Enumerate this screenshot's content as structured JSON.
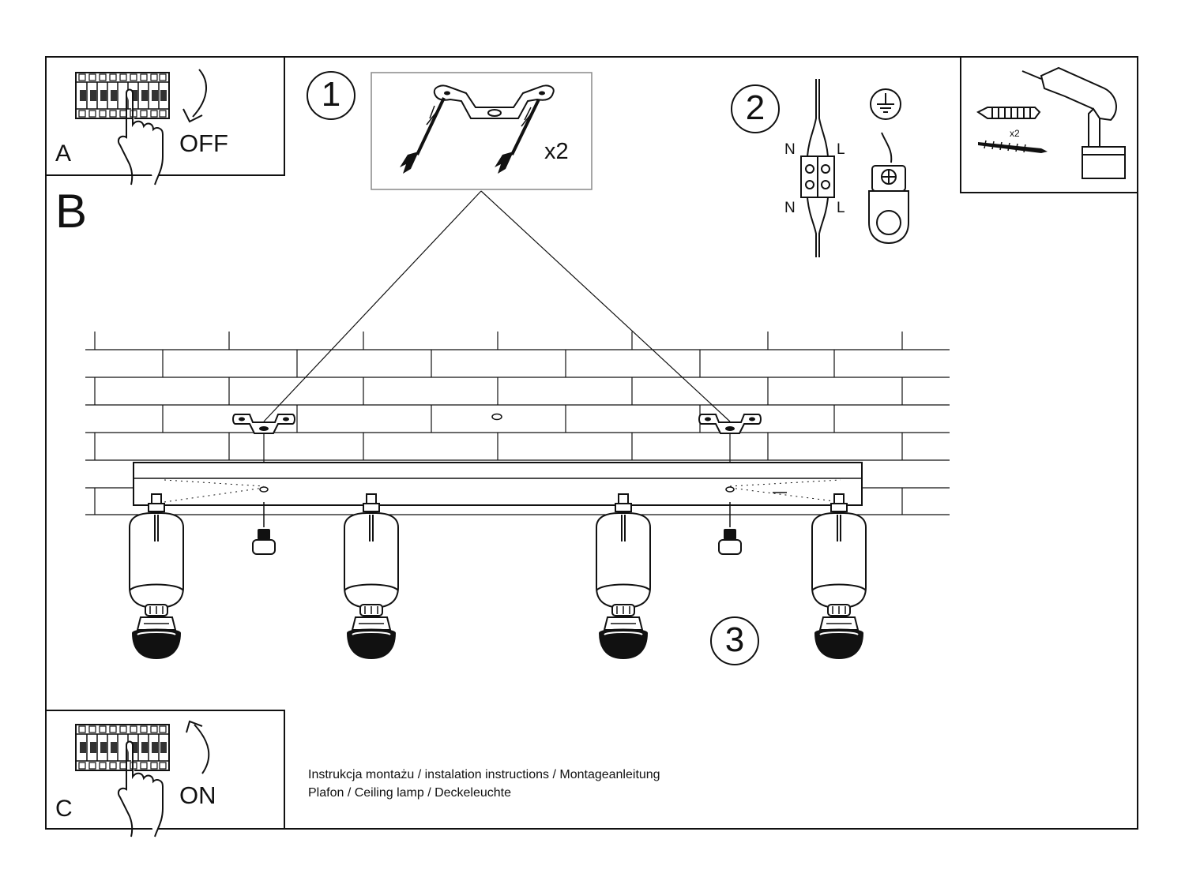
{
  "panel_a": {
    "letter": "A",
    "switch_label": "OFF",
    "icons": [
      "circuit-breaker-icon",
      "hand-pointer-icon",
      "arrow-down-icon"
    ]
  },
  "panel_b": {
    "letter": "B"
  },
  "panel_c": {
    "letter": "C",
    "switch_label": "ON",
    "icons": [
      "circuit-breaker-icon",
      "hand-pointer-icon",
      "arrow-up-icon"
    ]
  },
  "steps": {
    "step1": {
      "number": "1",
      "multiplier": "x2",
      "icons": [
        "mounting-bracket-icon",
        "screw-icon",
        "wall-plug-icon"
      ]
    },
    "step2": {
      "number": "2",
      "wire_labels": [
        "N",
        "L",
        "N",
        "L"
      ],
      "icons": [
        "terminal-block-icon",
        "ground-symbol-icon",
        "ground-terminal-icon"
      ]
    },
    "step3": {
      "number": "3"
    }
  },
  "tools": {
    "multiplier": "x2",
    "icons": [
      "wall-plug-icon",
      "screw-icon",
      "drill-icon"
    ]
  },
  "caption": {
    "line1": "Instrukcja montażu / instalation instructions / Montageanleitung",
    "line2": "Plafon / Ceiling lamp / Deckeleuchte"
  },
  "lamp": {
    "spotlight_count": 4,
    "icons": [
      "ceiling-lamp-bar-icon",
      "spotlight-icon",
      "gu10-bulb-icon",
      "cover-screw-icon"
    ]
  }
}
